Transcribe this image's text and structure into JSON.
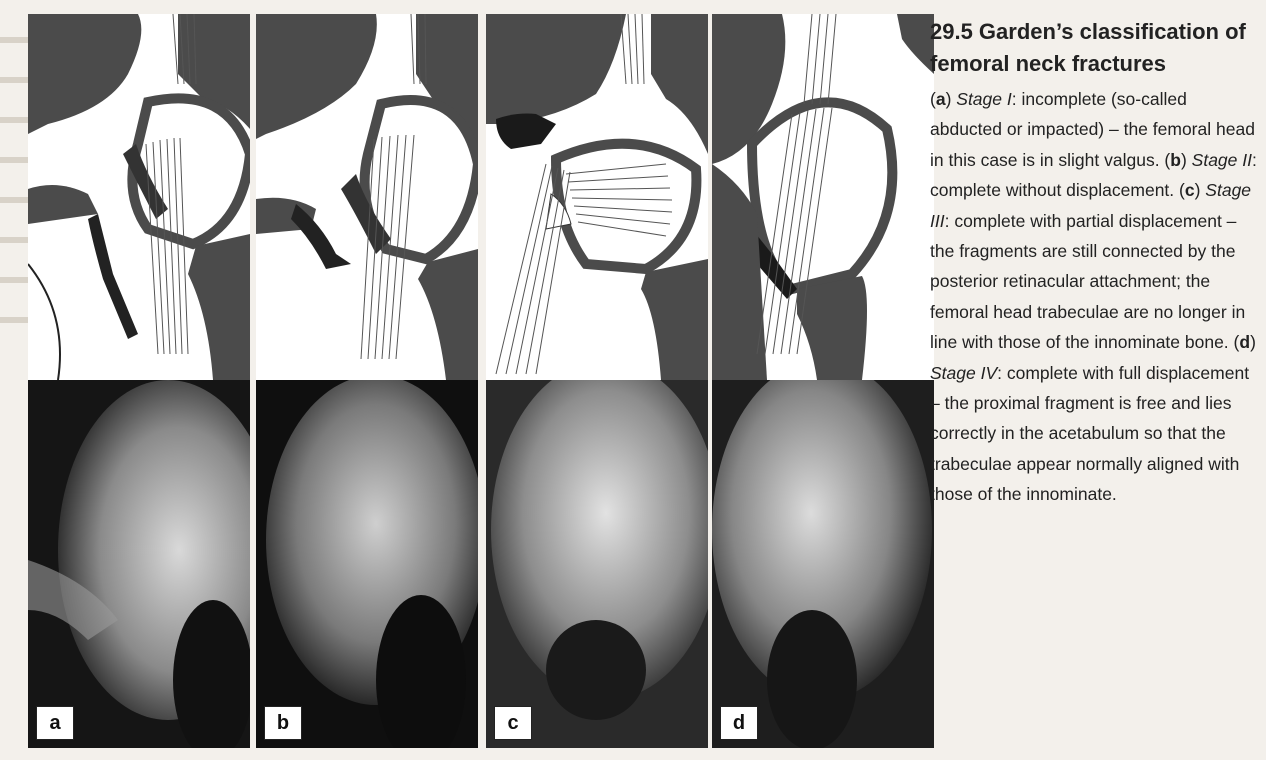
{
  "figure": {
    "panels": [
      {
        "letter": "a"
      },
      {
        "letter": "b"
      },
      {
        "letter": "c"
      },
      {
        "letter": "d"
      }
    ],
    "caption": {
      "title_line1": "29.5 Garden’s classification of",
      "title_line2": "femoral neck fractures",
      "a_label": "a",
      "a_stage": "Stage I",
      "a_text": ": incomplete (so-called abducted or impacted) – the femoral head in this case is in slight valgus. ",
      "b_label": "b",
      "b_stage": "Stage II",
      "b_text": ": complete without displacement. ",
      "c_label": "c",
      "c_stage": "Stage III",
      "c_text": ": complete with partial displacement – the fragments are still connected by the posterior retinacular attachment; the femoral head trabeculae are no longer in line with those of the innominate bone. ",
      "d_label": "d",
      "d_stage": "Stage IV",
      "d_text": ": complete with full displacement – the proximal fragment is free and lies correctly in the acetabulum so that the trabeculae appear normally aligned with those of the innominate."
    },
    "colors": {
      "bone_dark": "#4b4b4b",
      "page": "#f3f0eb",
      "xray_dark": "#141414"
    }
  }
}
